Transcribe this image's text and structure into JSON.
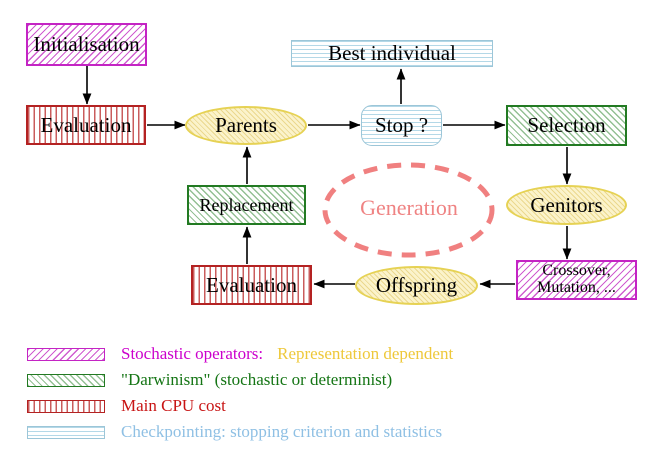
{
  "diagram": {
    "nodes": {
      "initialisation": {
        "label": "Initialisation"
      },
      "evaluation_top": {
        "label": "Evaluation"
      },
      "parents": {
        "label": "Parents"
      },
      "best_individual": {
        "label": "Best individual"
      },
      "stop": {
        "label": "Stop ?"
      },
      "selection": {
        "label": "Selection"
      },
      "genitors": {
        "label": "Genitors"
      },
      "crossover_mutation": {
        "line1": "Crossover,",
        "line2": "Mutation, ..."
      },
      "offspring": {
        "label": "Offspring"
      },
      "evaluation_bottom": {
        "label": "Evaluation"
      },
      "replacement": {
        "label": "Replacement"
      },
      "generation": {
        "label": "Generation"
      }
    },
    "edges": [
      {
        "from": "initialisation",
        "to": "evaluation_top"
      },
      {
        "from": "evaluation_top",
        "to": "parents"
      },
      {
        "from": "parents",
        "to": "stop"
      },
      {
        "from": "stop",
        "to": "best_individual"
      },
      {
        "from": "stop",
        "to": "selection"
      },
      {
        "from": "selection",
        "to": "genitors"
      },
      {
        "from": "genitors",
        "to": "crossover_mutation"
      },
      {
        "from": "crossover_mutation",
        "to": "offspring"
      },
      {
        "from": "offspring",
        "to": "evaluation_bottom"
      },
      {
        "from": "evaluation_bottom",
        "to": "replacement"
      },
      {
        "from": "replacement",
        "to": "parents"
      }
    ]
  },
  "legend": {
    "items": [
      {
        "swatch": "magenta-diagonal-hatch",
        "text": "Stochastic operators:",
        "text_secondary": "Representation dependent"
      },
      {
        "swatch": "green-diagonal-hatch",
        "text": "\"Darwinism\" (stochastic or determinist)"
      },
      {
        "swatch": "red-vertical-stripes",
        "text": "Main CPU cost"
      },
      {
        "swatch": "cyan-horizontal-stripes",
        "text": "Checkpointing: stopping criterion and statistics"
      }
    ]
  },
  "colors": {
    "stochastic_magenta": "#cc00cc",
    "representation_gold": "#eec83a",
    "darwinism_green": "#157515",
    "cpu_red": "#c81414",
    "checkpoint_blue": "#8fc0e4",
    "node_yellow_border": "#e6d254",
    "node_yellow_fill": "#fbf3cb",
    "generation_salmon": "#f08080",
    "arrow_black": "#000000"
  }
}
